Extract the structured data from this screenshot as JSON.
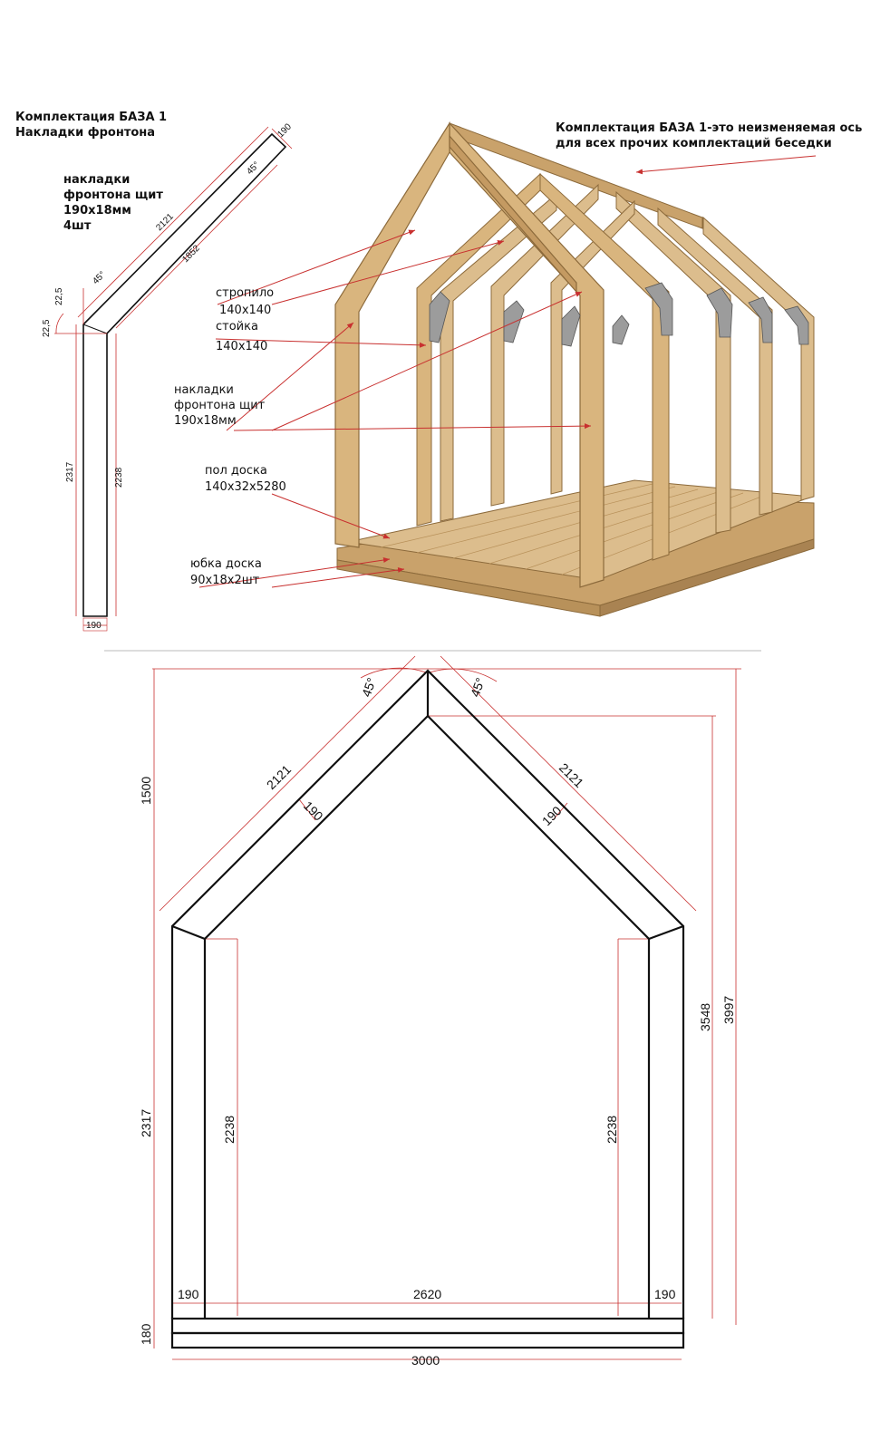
{
  "header_left": {
    "line1": "Комплектация БАЗА 1",
    "line2": "Накладки фронтона"
  },
  "header_right": {
    "line1": "Комплектация БАЗА 1-это неизменяемая ось",
    "line2": "для всех прочих комплектаций беседки"
  },
  "overlay_spec": {
    "line1": "накладки",
    "line2": "фронтона щит",
    "line3": "190х18мм",
    "line4": "4шт"
  },
  "labels": {
    "rafter_name": "стропило",
    "rafter_size": "140х140",
    "post_name": "стойка",
    "post_size": "140х140",
    "gable_line1": "накладки",
    "gable_line2": "фронтона щит",
    "gable_line3": "190х18мм",
    "floor_line1": "пол доска",
    "floor_line2": "140х32х5280",
    "skirt_line1": "юбка доска",
    "skirt_line2": "90х18х2шт"
  },
  "part_dims": {
    "width_top": "190",
    "angle_top": "45°",
    "outer_slope": "2121",
    "inner_slope": "1852",
    "angle_mid": "45°",
    "angle_a": "22,5",
    "angle_b": "22,5",
    "outer_height": "2317",
    "inner_height": "2238",
    "width_bottom": "190"
  },
  "front_dims": {
    "roof_height": "1500",
    "angle_left": "45°",
    "angle_right": "45°",
    "left_slope": "2121",
    "right_slope": "2121",
    "left_width": "190",
    "right_width": "190",
    "total_height": "3997",
    "inner_height_total": "3548",
    "wall_height": "2317",
    "left_inner_wall": "2238",
    "right_inner_wall": "2238",
    "post_left": "190",
    "opening": "2620",
    "post_right": "190",
    "base_height": "180",
    "total_width": "3000"
  },
  "colors": {
    "wood": "#d9b57e",
    "wood_dark": "#b8915a",
    "dim_red": "#c8302f",
    "outline": "#111111"
  }
}
